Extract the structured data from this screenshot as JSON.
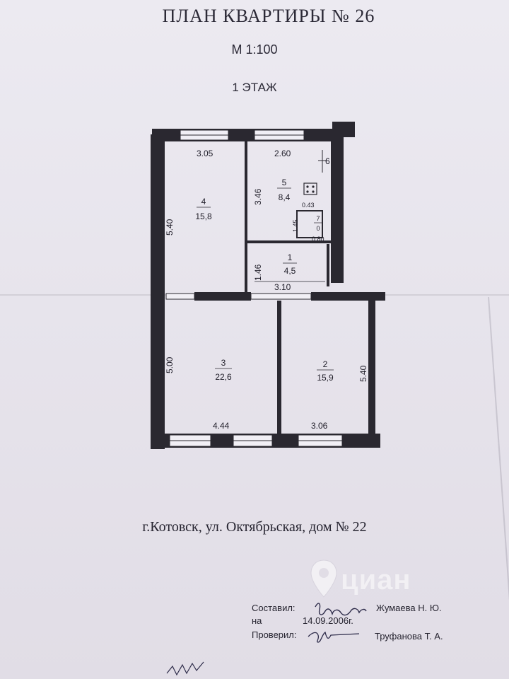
{
  "header": {
    "title": "ПЛАН   КВАРТИРЫ № 26",
    "scale": "М  1:100",
    "floor": "1 ЭТАЖ"
  },
  "plan": {
    "dimensions": {
      "room4_width": "3.05",
      "room5_width": "2.60",
      "room5_niche": "6",
      "room5_height": "3.46",
      "room4_height": "5.40",
      "closet_gap": "0.43",
      "closet_height": "1.45",
      "closet_width": "0.80",
      "hall_height": "1.46",
      "hall_width": "3.10",
      "room3_height": "5.00",
      "room3_width": "4.44",
      "room2_width": "3.06",
      "room2_height": "5.40"
    },
    "rooms": [
      {
        "number": "4",
        "area": "15,8"
      },
      {
        "number": "5",
        "area": "8,4"
      },
      {
        "number": "7",
        "area": "0"
      },
      {
        "number": "1",
        "area": "4,5"
      },
      {
        "number": "3",
        "area": "22,6"
      },
      {
        "number": "2",
        "area": "15,9"
      }
    ]
  },
  "address": "г.Котовск, ул. Октябрьская, дом  № 22",
  "footer": {
    "compiled_label": "Составил:",
    "compiled_by": "Жумаева Н. Ю.",
    "on_label": "на",
    "date": "14.09.2006г.",
    "checked_label": "Проверил:",
    "checked_by": "Труфанова Т. А."
  },
  "watermark": {
    "text": "циан",
    "icon": "map-pin-icon"
  },
  "colors": {
    "wall": "#2a2830",
    "paper": "#e9e6ee",
    "ink": "#262430"
  }
}
